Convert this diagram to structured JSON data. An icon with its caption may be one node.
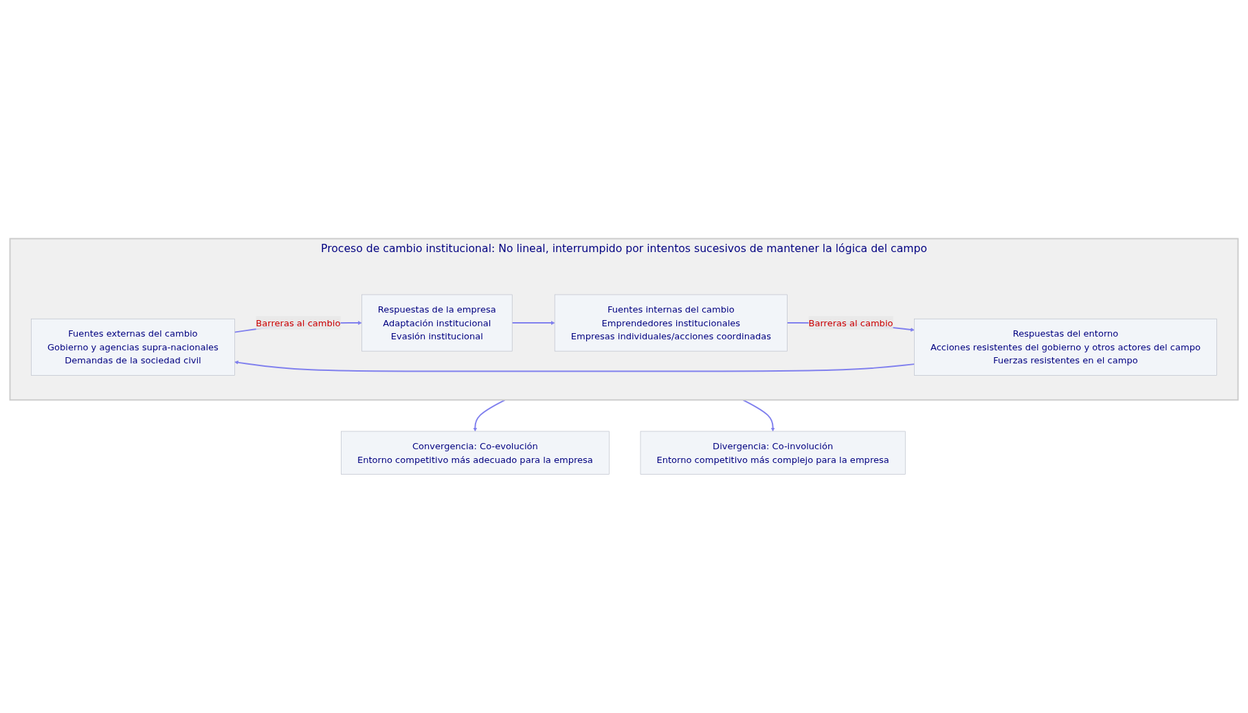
{
  "diagram": {
    "nodes": [
      {
        "text": [
          "Proceso de cambio institucional: No lineal, interrumpido por intentos sucesivos de mantener la lógica del campo"
        ]
      },
      {
        "text": [
          "Fuentes externas del cambio",
          "Gobierno y agencias supra-nacionales",
          "Demandas de la sociedad civil"
        ],
        "in": 0
      },
      {
        "text": [
          "Respuestas del entorno",
          "Acciones resistentes del gobierno y otros actores del campo",
          "Fuerzas resistentes en el campo"
        ],
        "in": 0
      },
      {
        "text": [
          "Respuestas de la empresa",
          "Adaptación institucional",
          "Evasión institucional"
        ],
        "in": 0
      },
      {
        "text": [
          "Fuentes internas del cambio",
          "Emprendedores institucionales",
          "Empresas individuales/acciones coordinadas"
        ],
        "in": 0
      },
      {
        "text": [
          "Convergencia: Co-evolución",
          "Entorno competitivo más adecuado para la empresa"
        ]
      },
      {
        "text": [
          "Divergencia: Co-involución",
          "Entorno competitivo más complejo para la empresa"
        ]
      }
    ],
    "edges": [
      {
        "from": 2,
        "to": 1,
        "arrow": "to"
      },
      {
        "from": 1,
        "to": 3,
        "arrow": "to",
        "label": "Barreras al cambio"
      },
      {
        "from": 3,
        "to": 4,
        "arrow": "to"
      },
      {
        "from": 4,
        "to": 2,
        "arrow": "to",
        "label": "Barreras al cambio"
      },
      {
        "from": 0,
        "to": 5,
        "arrow": "to"
      },
      {
        "from": 0,
        "to": 6,
        "arrow": "to"
      }
    ]
  }
}
